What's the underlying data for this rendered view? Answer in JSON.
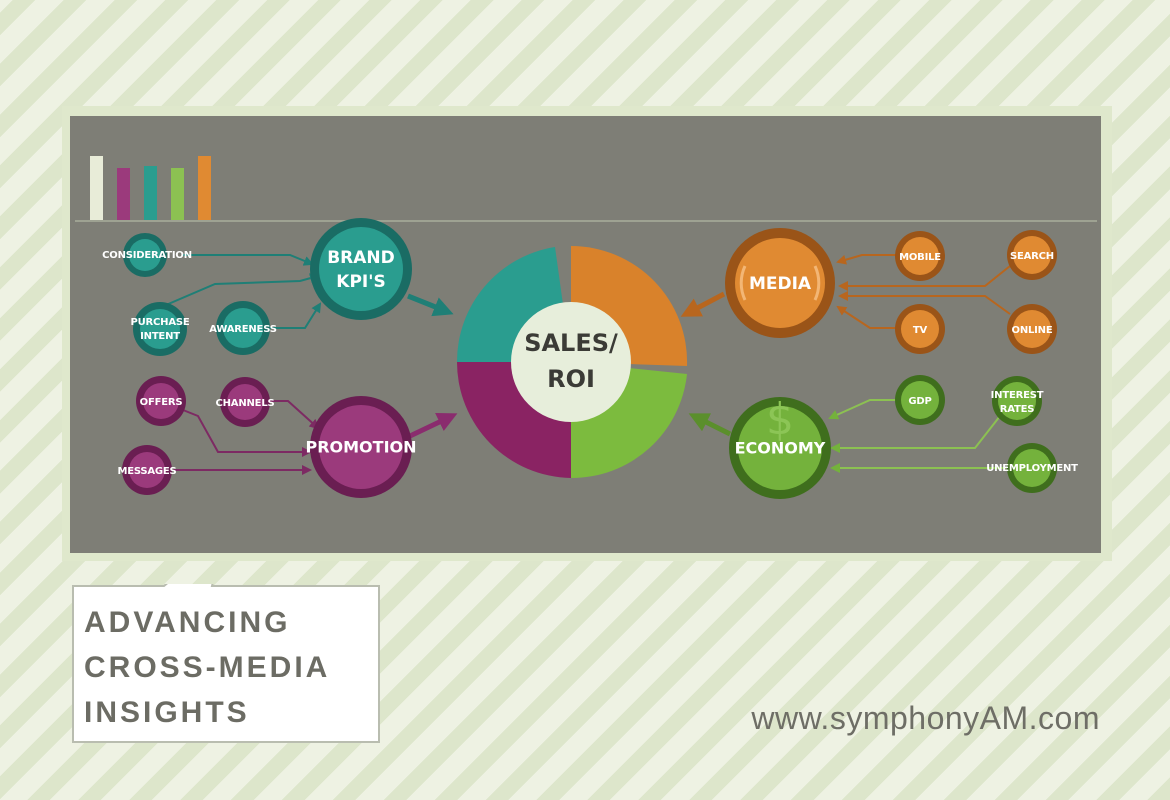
{
  "center": {
    "line1": "SALES/",
    "line2": "ROI"
  },
  "hubs": {
    "brand": {
      "line1": "BRAND",
      "line2": "KPI'S"
    },
    "promotion": {
      "label": "PROMOTION"
    },
    "media": {
      "label": "MEDIA"
    },
    "economy": {
      "label": "ECONOMY"
    }
  },
  "nodes": {
    "consideration": "CONSIDERATION",
    "purchase_intent": {
      "line1": "PURCHASE",
      "line2": "INTENT"
    },
    "awareness": "AWARENESS",
    "offers": "OFFERS",
    "channels": "CHANNELS",
    "messages": "MESSAGES",
    "mobile": "MOBILE",
    "search": "SEARCH",
    "tv": "TV",
    "online": "ONLINE",
    "gdp": "GDP",
    "interest_rates": {
      "line1": "INTEREST",
      "line2": "RATES"
    },
    "unemployment": "UNEMPLOYMENT"
  },
  "colors": {
    "teal": "#1f7f76",
    "teal_light": "#2a9d8f",
    "magenta": "#7d2a63",
    "magenta_light": "#9b3a7c",
    "orange": "#d9822b",
    "orange_dark": "#b8661e",
    "green": "#74b23c",
    "green_dark": "#5b8f2c",
    "panel": "#7e7e76",
    "core": "#e7eedb"
  },
  "callout": {
    "lines": [
      "ADVANCING",
      "CROSS-MEDIA",
      "INSIGHTS"
    ]
  },
  "website": "www.symphonyAM.com"
}
